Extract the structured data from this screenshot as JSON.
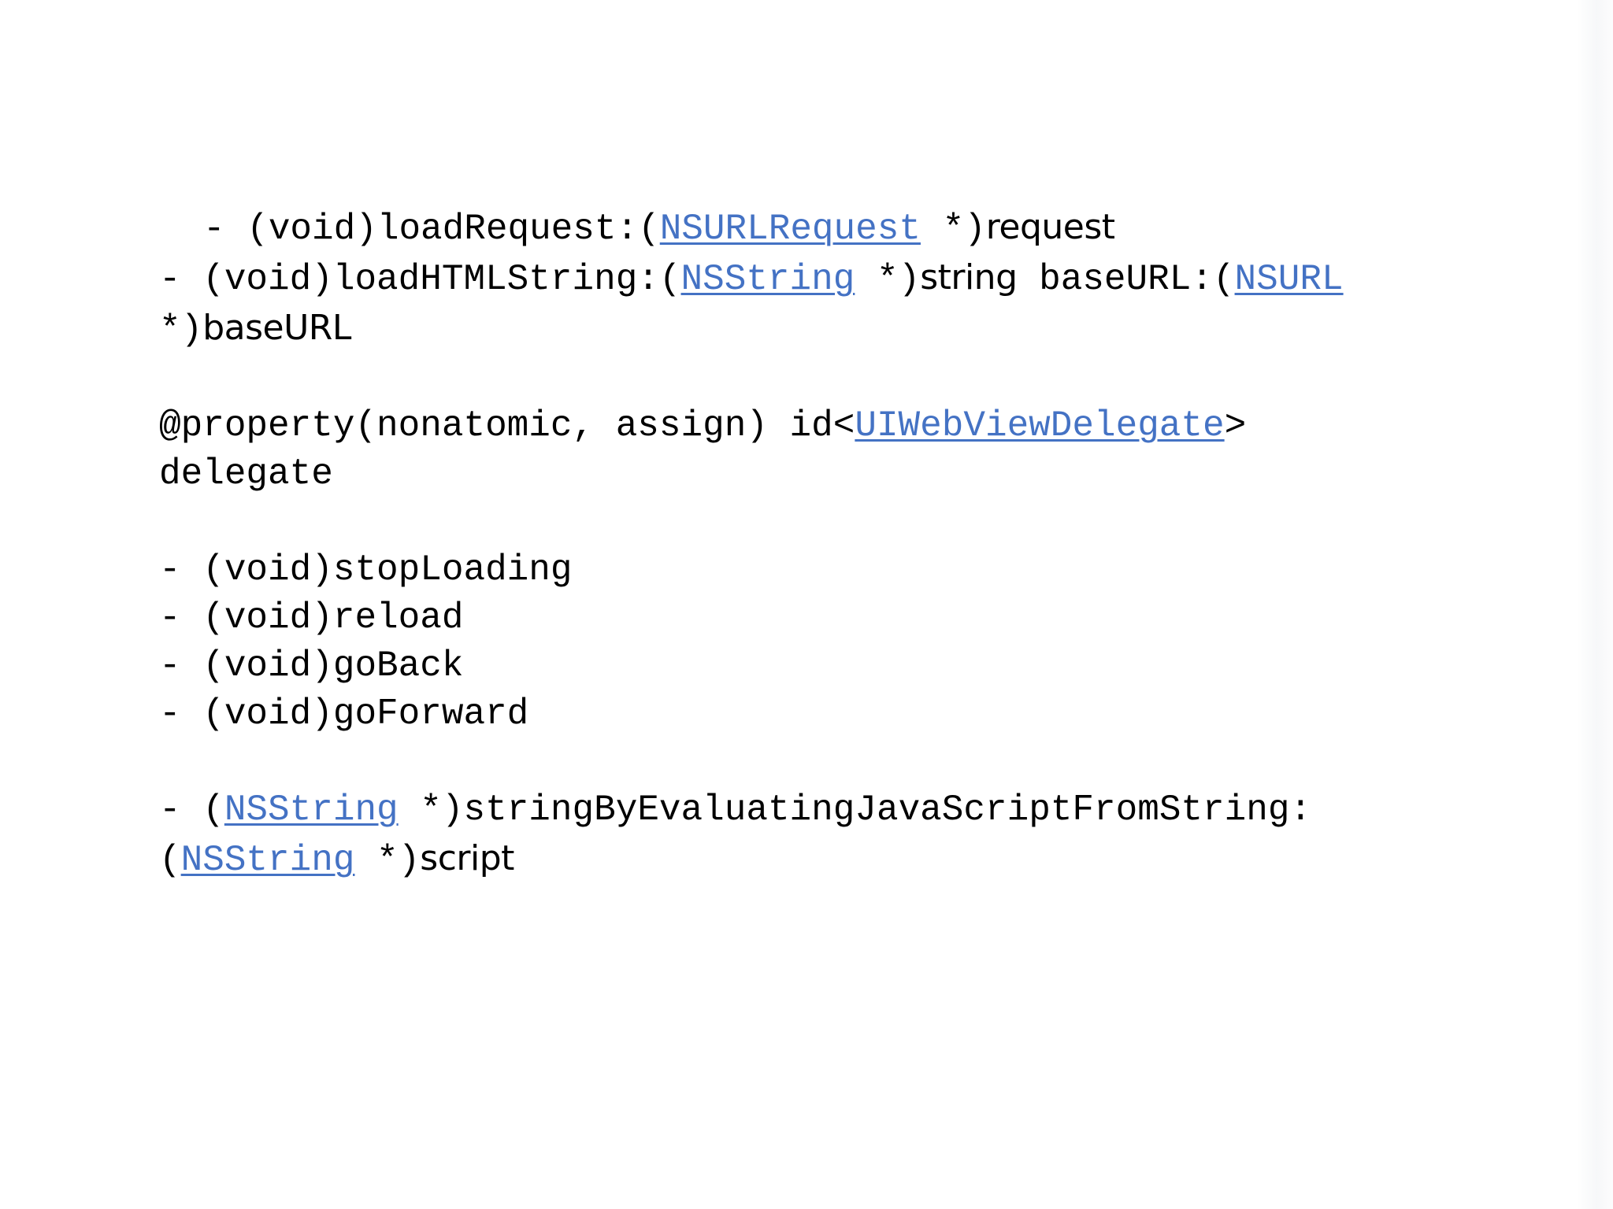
{
  "slide": {
    "background_color": "#ffffff",
    "text_color": "#000000",
    "link_color": "#4472c4",
    "title": "",
    "kind": "presentation-slide-code-listing",
    "language": "Objective-C"
  },
  "code": {
    "lines": [
      {
        "id": "load-request",
        "indent": true,
        "spans": [
          {
            "text": "- (void)loadRequest:(",
            "style": "mono"
          },
          {
            "text": "NSURLRequest",
            "style": "link"
          },
          {
            "text": " *)",
            "style": "mono"
          },
          {
            "text": "request",
            "style": "sans"
          }
        ],
        "plain": "- (void)loadRequest:(NSURLRequest *)request"
      },
      {
        "id": "load-html-string",
        "indent": false,
        "spans": [
          {
            "text": "- (void)loadHTMLString:(",
            "style": "mono"
          },
          {
            "text": "NSString",
            "style": "link"
          },
          {
            "text": " *)",
            "style": "mono"
          },
          {
            "text": "string",
            "style": "sans"
          },
          {
            "text": " baseURL:(",
            "style": "mono"
          },
          {
            "text": "NSURL",
            "style": "link"
          }
        ],
        "plain": "- (void)loadHTMLString:(NSString *)string baseURL:(NSURL"
      },
      {
        "id": "load-html-string-wrap",
        "indent": false,
        "spans": [
          {
            "text": "*)",
            "style": "mono"
          },
          {
            "text": "baseURL",
            "style": "sans"
          }
        ],
        "plain": "*)baseURL"
      },
      {
        "id": "blank-1",
        "blank": true,
        "spans": [],
        "plain": ""
      },
      {
        "id": "property-delegate",
        "indent": false,
        "spans": [
          {
            "text": "@property(nonatomic, assign) id<",
            "style": "mono"
          },
          {
            "text": "UIWebViewDelegate",
            "style": "link"
          },
          {
            "text": ">",
            "style": "mono"
          }
        ],
        "plain": "@property(nonatomic, assign) id<UIWebViewDelegate>"
      },
      {
        "id": "property-delegate-wrap",
        "indent": false,
        "spans": [
          {
            "text": "delegate",
            "style": "mono"
          }
        ],
        "plain": "delegate"
      },
      {
        "id": "blank-2",
        "blank": true,
        "spans": [],
        "plain": ""
      },
      {
        "id": "stop-loading",
        "indent": false,
        "spans": [
          {
            "text": "- (void)stopLoading",
            "style": "mono"
          }
        ],
        "plain": "- (void)stopLoading"
      },
      {
        "id": "reload",
        "indent": false,
        "spans": [
          {
            "text": "- (void)reload",
            "style": "mono"
          }
        ],
        "plain": "- (void)reload"
      },
      {
        "id": "go-back",
        "indent": false,
        "spans": [
          {
            "text": "- (void)goBack",
            "style": "mono"
          }
        ],
        "plain": "- (void)goBack"
      },
      {
        "id": "go-forward",
        "indent": false,
        "spans": [
          {
            "text": "- (void)goForward",
            "style": "mono"
          }
        ],
        "plain": "- (void)goForward"
      },
      {
        "id": "blank-3",
        "blank": true,
        "spans": [],
        "plain": ""
      },
      {
        "id": "string-by-evaluating",
        "indent": false,
        "spans": [
          {
            "text": "- (",
            "style": "mono"
          },
          {
            "text": "NSString",
            "style": "link"
          },
          {
            "text": " *)stringByEvaluatingJavaScriptFromString:",
            "style": "mono"
          }
        ],
        "plain": "- (NSString *)stringByEvaluatingJavaScriptFromString:"
      },
      {
        "id": "string-by-evaluating-wrap",
        "indent": false,
        "spans": [
          {
            "text": "(",
            "style": "mono"
          },
          {
            "text": "NSString",
            "style": "link"
          },
          {
            "text": " *)",
            "style": "mono"
          },
          {
            "text": "script",
            "style": "sans"
          }
        ],
        "plain": "(NSString *)script"
      }
    ]
  },
  "links": [
    "NSURLRequest",
    "NSString",
    "NSURL",
    "UIWebViewDelegate",
    "NSString",
    "NSString"
  ]
}
